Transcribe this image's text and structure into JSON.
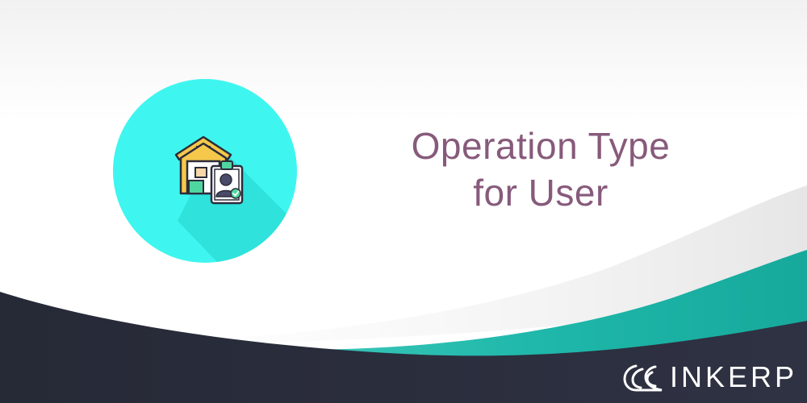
{
  "title": {
    "line1": "Operation Type",
    "line2": "for User"
  },
  "brand": {
    "logo_icon": "cloud-wave-logo-icon",
    "name": "INKERP"
  },
  "hero_icon": "warehouse-user-clipboard-icon",
  "colors": {
    "title": "#875a7b",
    "circle": "#3ef6ef",
    "teal_wave": "#1fb8aa",
    "dark_wave": "#2a2c3a",
    "brand_text": "#ffffff"
  }
}
